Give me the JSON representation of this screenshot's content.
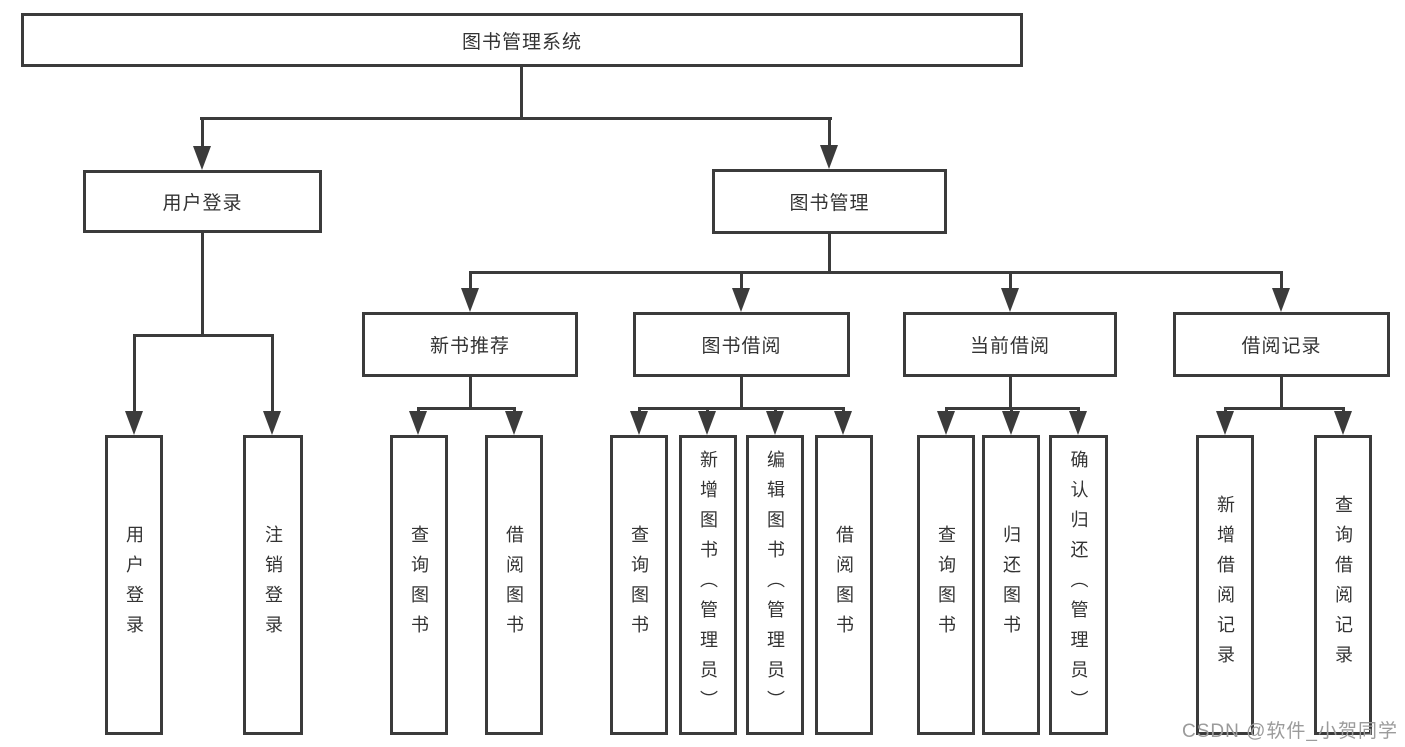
{
  "diagram": {
    "title_node": {
      "label": "图书管理系统"
    },
    "level2": [
      {
        "label": "用户登录"
      },
      {
        "label": "图书管理"
      }
    ],
    "level3": [
      {
        "label": "新书推荐",
        "parent": "图书管理"
      },
      {
        "label": "图书借阅",
        "parent": "图书管理"
      },
      {
        "label": "当前借阅",
        "parent": "图书管理"
      },
      {
        "label": "借阅记录",
        "parent": "图书管理"
      }
    ],
    "leaves": [
      {
        "label": "用户登录",
        "parent": "用户登录"
      },
      {
        "label": "注销登录",
        "parent": "用户登录"
      },
      {
        "label": "查询图书",
        "parent": "新书推荐"
      },
      {
        "label": "借阅图书",
        "parent": "新书推荐"
      },
      {
        "label": "查询图书",
        "parent": "图书借阅"
      },
      {
        "label": "新增图书（管理员）",
        "parent": "图书借阅"
      },
      {
        "label": "编辑图书（管理员）",
        "parent": "图书借阅"
      },
      {
        "label": "借阅图书",
        "parent": "图书借阅"
      },
      {
        "label": "查询图书",
        "parent": "当前借阅"
      },
      {
        "label": "归还图书",
        "parent": "当前借阅"
      },
      {
        "label": "确认归还（管理员）",
        "parent": "当前借阅"
      },
      {
        "label": "新增借阅记录",
        "parent": "借阅记录"
      },
      {
        "label": "查询借阅记录",
        "parent": "借阅记录"
      }
    ]
  },
  "watermark": {
    "text": "CSDN @软件_小贺同学"
  },
  "colors": {
    "line": "#3b3b3b",
    "text": "#333333",
    "watermark": "#9b9b9b",
    "background": "#ffffff"
  }
}
